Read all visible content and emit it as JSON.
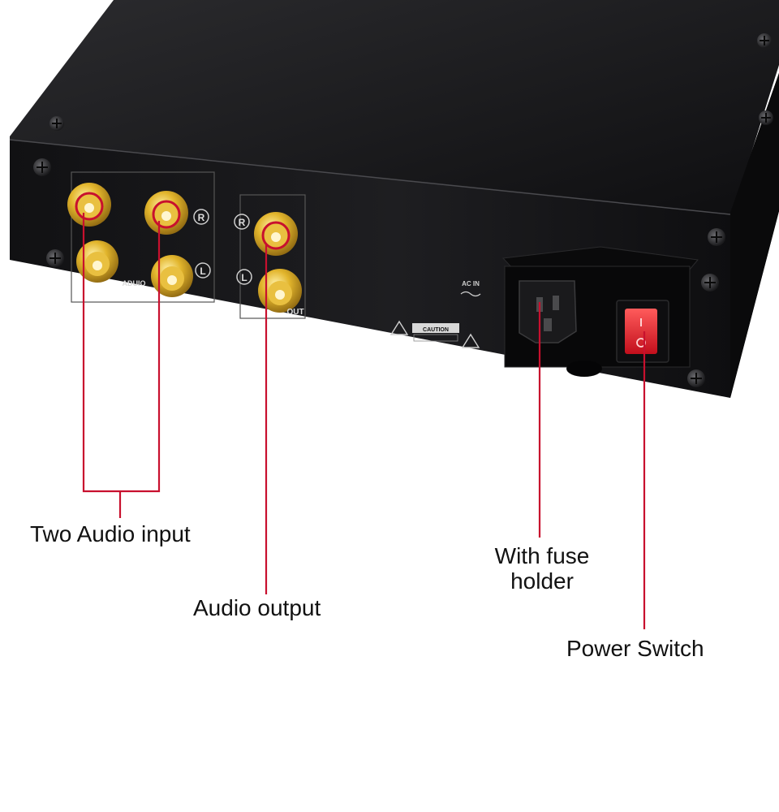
{
  "colors": {
    "chassis": "#141414",
    "panel": "#1c1c1e",
    "gold": "#d4a21a",
    "callout_line": "#c8102e",
    "switch": "#e5232d",
    "background": "#ffffff"
  },
  "panel_labels": {
    "input_right": "R",
    "input_left": "L",
    "input_group": "ADUIO",
    "output_right": "R",
    "output_left": "L",
    "output_group": "OUT",
    "ac_in": "AC IN",
    "caution": "CAUTION"
  },
  "callouts": {
    "inputs": "Two Audio input",
    "output": "Audio output",
    "fuse_line1": "With fuse",
    "fuse_line2": "holder",
    "power": "Power Switch"
  }
}
